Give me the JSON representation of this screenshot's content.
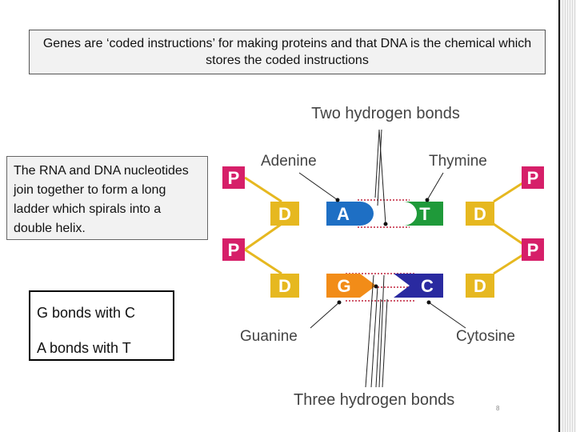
{
  "title": "Genes are ‘coded instructions’ for making proteins and that DNA is the chemical which stores the coded instructions",
  "description": "The RNA and DNA nucleotides join together to form a long ladder which spirals into a double helix.",
  "bonds": [
    "G bonds with C",
    "A bonds with T"
  ],
  "diagram": {
    "top_caption": "Two hydrogen bonds",
    "bottom_caption": "Three hydrogen bonds",
    "adenine_label": "Adenine",
    "thymine_label": "Thymine",
    "guanine_label": "Guanine",
    "cytosine_label": "Cytosine",
    "phosphate": "P",
    "deoxyribose": "D",
    "base_a": "A",
    "base_t": "T",
    "base_g": "G",
    "base_c": "C",
    "colors": {
      "phosphate": "#d61f69",
      "deoxyribose": "#e6b820",
      "adenine": "#1e6fc4",
      "thymine": "#1f9a3a",
      "guanine": "#f28c18",
      "cytosine": "#2a2aa0",
      "backbone": "#e6b820",
      "hbond": "#c0203a"
    }
  },
  "page_number": "8"
}
